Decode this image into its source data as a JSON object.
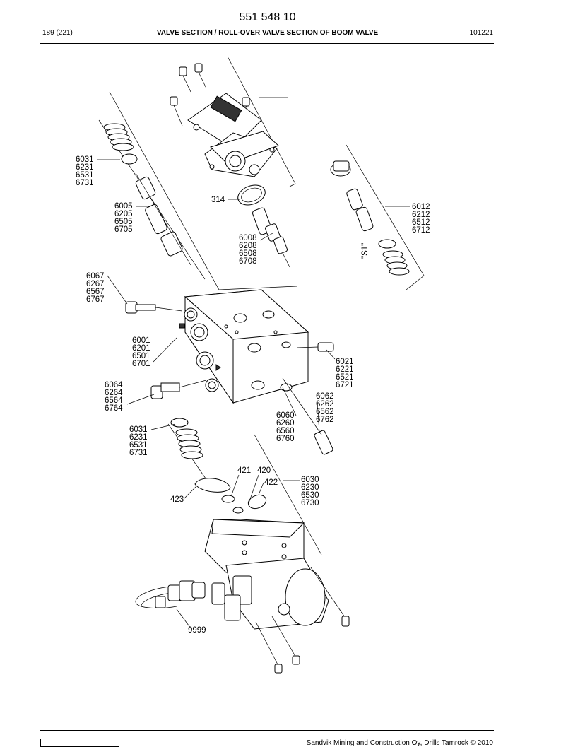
{
  "header": {
    "doc_number": "551 548 10",
    "page_ref": "189 (221)",
    "title": "VALVE SECTION / ROLL-OVER VALVE SECTION OF BOOM VALVE",
    "date": "101221"
  },
  "footer": {
    "copyright": "Sandvik Mining and Construction Oy, Drills Tamrock © 2010"
  },
  "callouts": {
    "g6031_top": [
      "6031",
      "6231",
      "6531",
      "6731"
    ],
    "g6005": [
      "6005",
      "6205",
      "6505",
      "6705"
    ],
    "c314": "314",
    "g6008": [
      "6008",
      "6208",
      "6508",
      "6708"
    ],
    "g6012": [
      "6012",
      "6212",
      "6512",
      "6712"
    ],
    "s1_mark": "\"S1\"",
    "g6067": [
      "6067",
      "6267",
      "6567",
      "6767"
    ],
    "g6001": [
      "6001",
      "6201",
      "6501",
      "6701"
    ],
    "g6021": [
      "6021",
      "6221",
      "6521",
      "6721"
    ],
    "g6064": [
      "6064",
      "6264",
      "6564",
      "6764"
    ],
    "g6062": [
      "6062",
      "6262",
      "6562",
      "6762"
    ],
    "g6060": [
      "6060",
      "6260",
      "6560",
      "6760"
    ],
    "g6031_bottom": [
      "6031",
      "6231",
      "6531",
      "6731"
    ],
    "c421": "421",
    "c420": "420",
    "c422": "422",
    "c423": "423",
    "g6030": [
      "6030",
      "6230",
      "6530",
      "6730"
    ],
    "c9999": "9999"
  }
}
